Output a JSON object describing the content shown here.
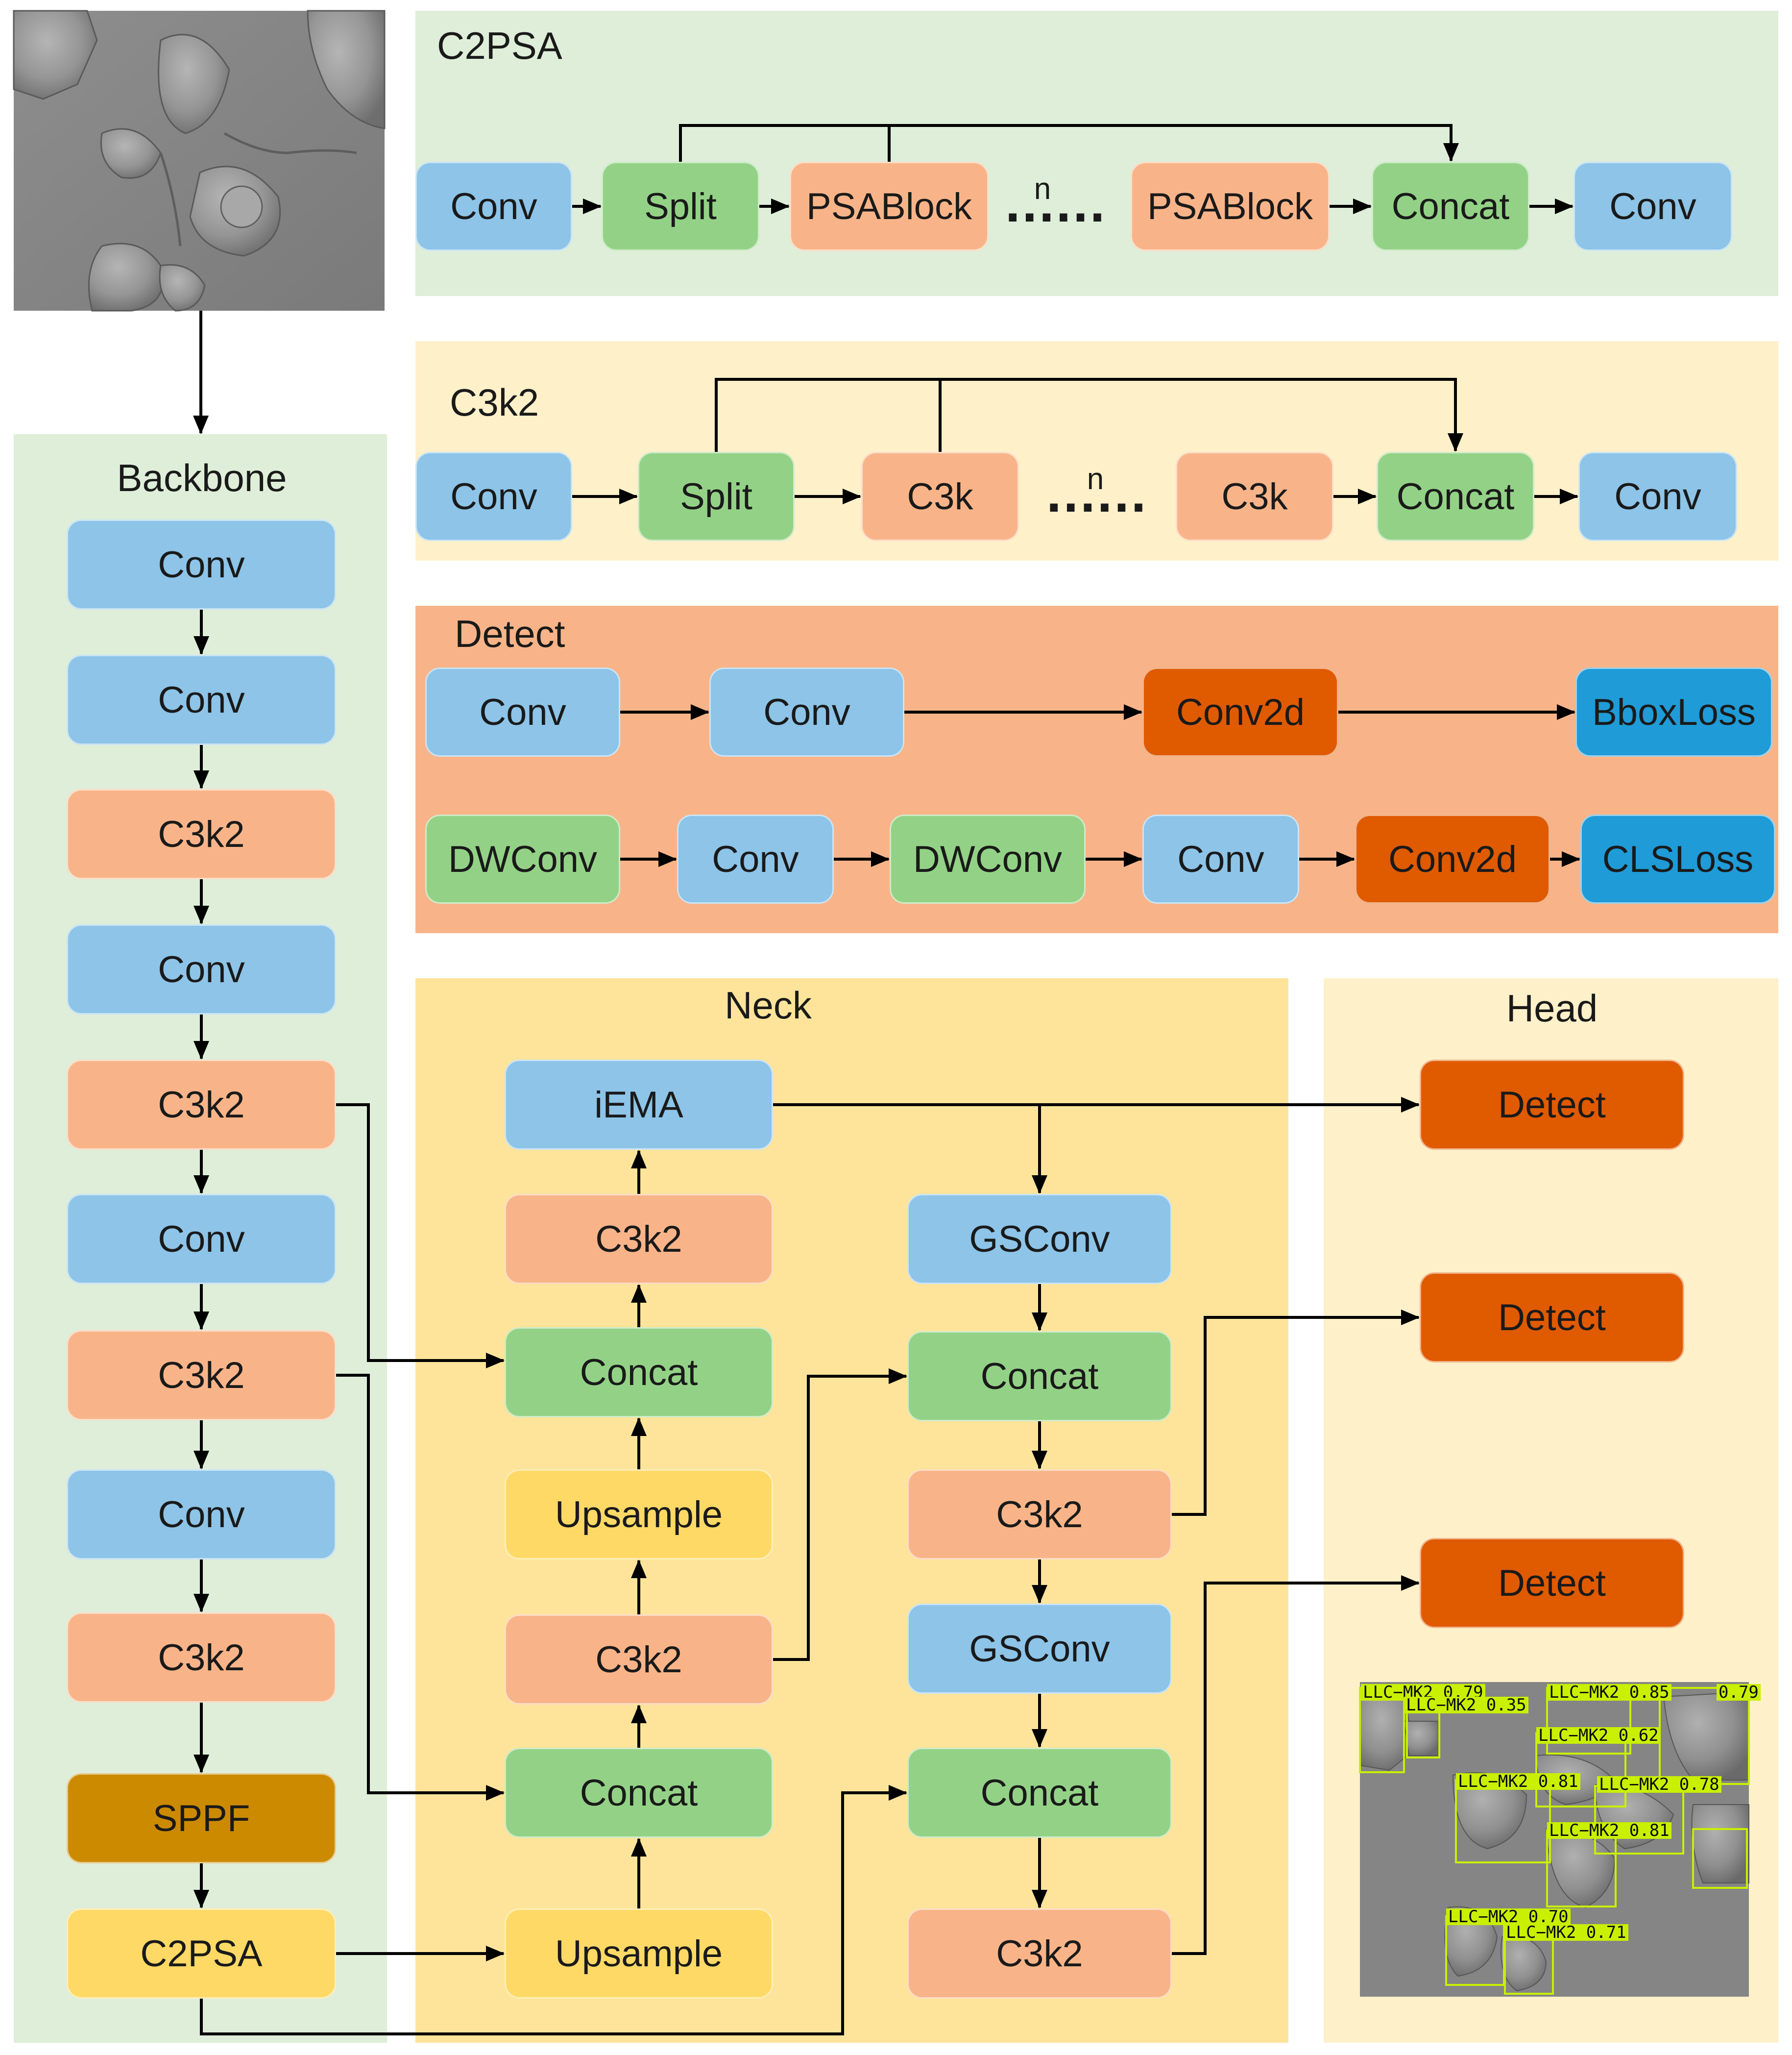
{
  "c2psa_panel": {
    "title": "C2PSA",
    "blocks": [
      "Conv",
      "Split",
      "PSABlock",
      "PSABlock",
      "Concat",
      "Conv"
    ],
    "repeat_label": "n",
    "ellipsis": "......"
  },
  "c3k2_panel": {
    "title": "C3k2",
    "blocks": [
      "Conv",
      "Split",
      "C3k",
      "C3k",
      "Concat",
      "Conv"
    ],
    "repeat_label": "n",
    "ellipsis": "......"
  },
  "detect_panel": {
    "title": "Detect",
    "row1": [
      "Conv",
      "Conv",
      "Conv2d",
      "BboxLoss"
    ],
    "row2": [
      "DWConv",
      "Conv",
      "DWConv",
      "Conv",
      "Conv2d",
      "CLSLoss"
    ]
  },
  "backbone": {
    "title": "Backbone",
    "blocks": [
      "Conv",
      "Conv",
      "C3k2",
      "Conv",
      "C3k2",
      "Conv",
      "C3k2",
      "Conv",
      "C3k2",
      "SPPF",
      "C2PSA"
    ]
  },
  "neck": {
    "title": "Neck",
    "left_column": [
      "iEMA",
      "C3k2",
      "Concat",
      "Upsample",
      "C3k2",
      "Concat",
      "Upsample"
    ],
    "right_column": [
      "GSConv",
      "Concat",
      "C3k2",
      "GSConv",
      "Concat",
      "C3k2"
    ]
  },
  "head": {
    "title": "Head",
    "blocks": [
      "Detect",
      "Detect",
      "Detect"
    ]
  },
  "result_image": {
    "detections": [
      "LLC−MK2 0.79",
      "LLC−MK2 0.35",
      "LLC−MK2 0.85",
      "0.79",
      "LLC−MK2 0.62",
      "LLC−MK2 0.81",
      "LLC−MK2 0.78",
      "LLC−MK2 0.81",
      "LLC−MK2 0.70",
      "LLC−MK2 0.71"
    ]
  },
  "colors": {
    "conv": "#8dc4e8",
    "split_concat": "#93d286",
    "c3k2": "#f8b488",
    "upsample_c2psa": "#ffd966",
    "detect_conv2d": "#e05a00",
    "sppf": "#cc8a00",
    "loss": "#1f9bd7",
    "backbone_bg": "#deeed8",
    "neck_bg": "#fde49a",
    "head_bg": "#fef0c9",
    "detect_bg": "#f8b488"
  }
}
